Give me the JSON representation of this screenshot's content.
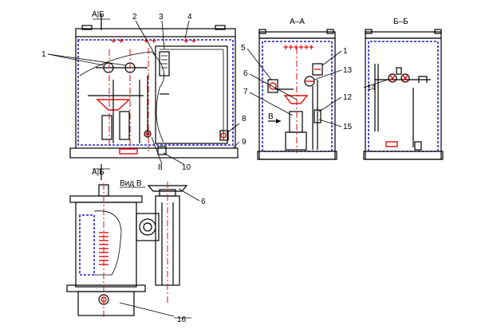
{
  "section_labels": {
    "aa": "А–А",
    "bb": "Б–Б",
    "ab_top": "А|Б",
    "ab_bottom": "А|Б",
    "view_v": "Вид В",
    "arrow_v": "В"
  },
  "callouts": {
    "n1": "1",
    "n2": "2",
    "n3": "3",
    "n4": "4",
    "n8a": "8",
    "n8b": "8",
    "n9": "9",
    "n10": "10",
    "aa_n5": "5",
    "aa_n6": "6",
    "aa_n7": "7",
    "aa_n1": "1",
    "aa_n13": "13",
    "aa_n12": "12",
    "aa_n15": "15",
    "bb_n14": "14",
    "v_n6": "6",
    "v_n16": "16"
  },
  "plus_marks": {
    "front_1": "+ +",
    "front_2": "+ +",
    "front_3": "+ +",
    "aa_row": "++++++"
  },
  "colors": {
    "outline": "#000000",
    "insulation": "#1f1fd0",
    "axis": "#e01010"
  }
}
